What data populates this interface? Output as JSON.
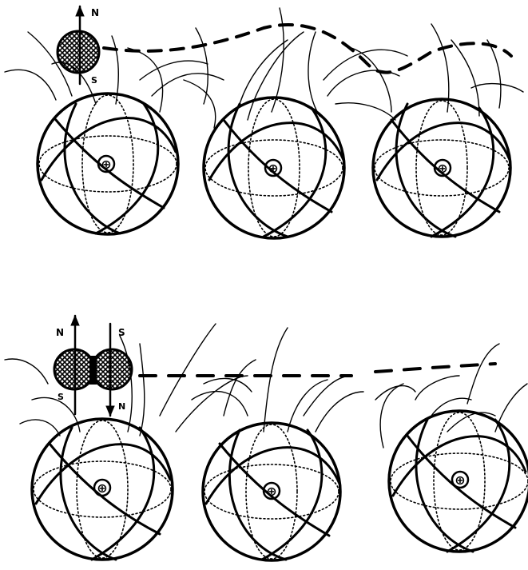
{
  "figure": {
    "top_panel": {
      "nucleus_symbol": "⊕",
      "particle_poles": {
        "north": "N",
        "south": "S"
      }
    },
    "bottom_panel": {
      "nucleus_symbol": "⊕",
      "particle_a_poles": {
        "north": "N",
        "south": "S"
      },
      "particle_b_poles": {
        "north": "N",
        "south": "S"
      }
    },
    "stroke_color": "#000000",
    "background_color": "#ffffff"
  }
}
